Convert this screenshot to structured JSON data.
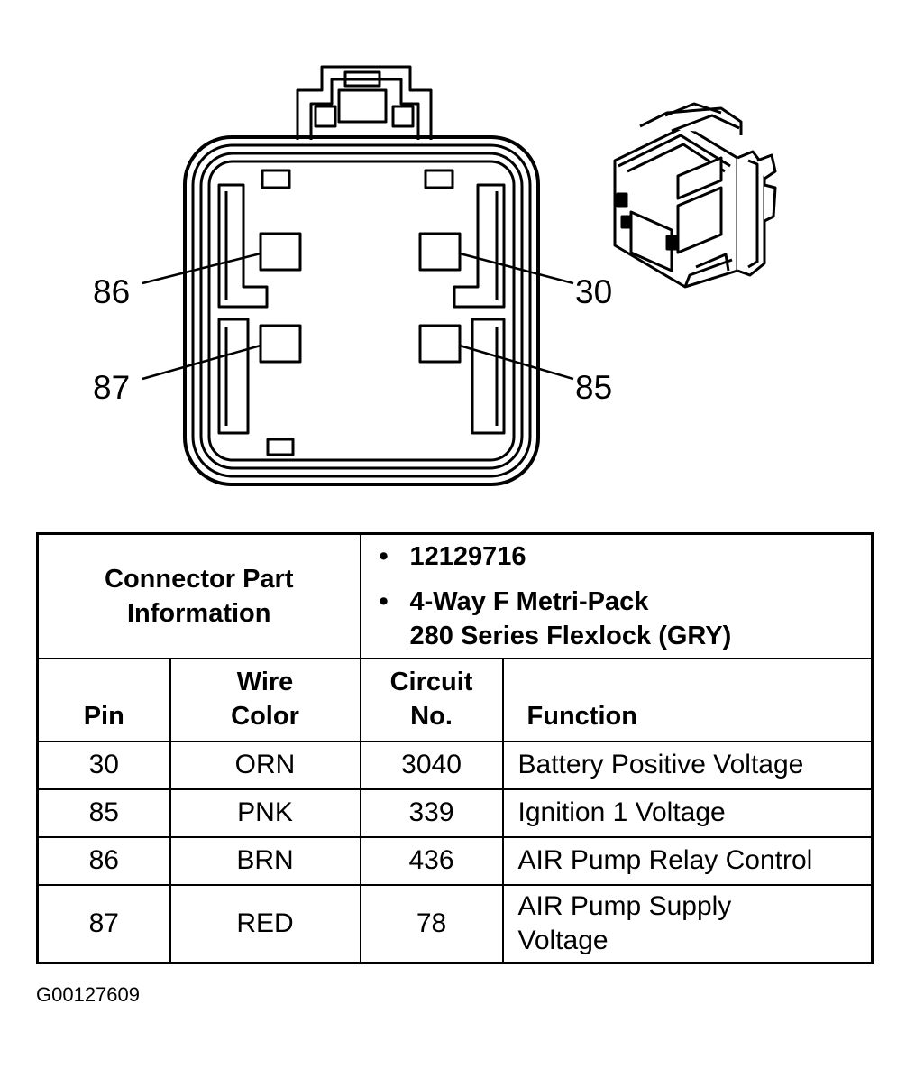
{
  "pins": {
    "upper_left": "86",
    "upper_right": "30",
    "lower_left": "87",
    "lower_right": "85"
  },
  "connector_info": {
    "header_line1": "Connector Part",
    "header_line2": "Information",
    "part_number": "12129716",
    "description_line1": "4-Way F Metri-Pack",
    "description_line2": "280 Series Flexlock (GRY)"
  },
  "columns": {
    "pin": "Pin",
    "wire_color_line1": "Wire",
    "wire_color_line2": "Color",
    "circuit_line1": "Circuit",
    "circuit_line2": "No.",
    "function": "Function"
  },
  "rows": [
    {
      "pin": "30",
      "wire_color": "ORN",
      "circuit": "3040",
      "function_line1": "Battery Positive Voltage",
      "function_line2": ""
    },
    {
      "pin": "85",
      "wire_color": "PNK",
      "circuit": "339",
      "function_line1": "Ignition 1 Voltage",
      "function_line2": ""
    },
    {
      "pin": "86",
      "wire_color": "BRN",
      "circuit": "436",
      "function_line1": "AIR Pump Relay Control",
      "function_line2": ""
    },
    {
      "pin": "87",
      "wire_color": "RED",
      "circuit": "78",
      "function_line1": "AIR Pump Supply",
      "function_line2": "Voltage"
    }
  ],
  "figure_id": "G00127609"
}
